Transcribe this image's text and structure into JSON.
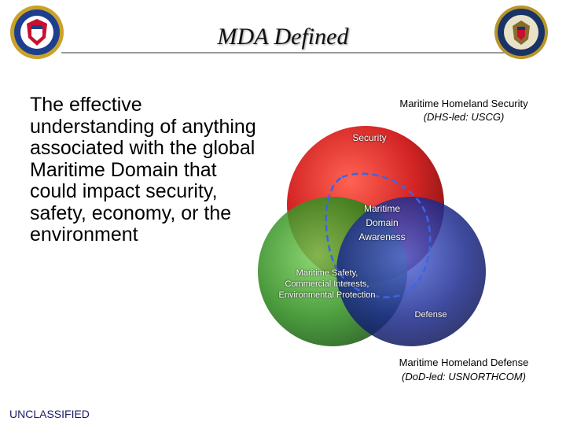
{
  "title": "MDA Defined",
  "definition": "The effective understanding of anything associated with the global Maritime Domain that could impact security, safety, economy, or the environment",
  "diagram": {
    "top_label_line1": "Maritime Homeland Security",
    "top_label_line2": "(DHS-led: USCG)",
    "security": "Security",
    "mda_line1": "Maritime",
    "mda_line2": "Domain",
    "mda_line3": "Awareness",
    "safety_line1": "Maritime Safety,",
    "safety_line2": "Commercial Interests,",
    "safety_line3": "Environmental Protection",
    "defense": "Defense",
    "bottom_label_line1": "Maritime Homeland Defense",
    "bottom_label_line2": "(DoD-led: USNORTHCOM)",
    "colors": {
      "security": "#d01818",
      "safety": "#2c8a1c",
      "defense": "#1c2a8c",
      "mda_outline": "#3c64e6"
    }
  },
  "footer": "UNCLASSIFIED"
}
